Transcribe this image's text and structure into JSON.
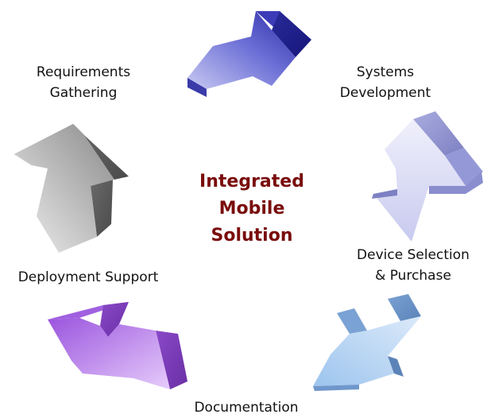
{
  "center": {
    "title": "Integrated\nMobile\nSolution",
    "color": "#7a0c0c"
  },
  "steps": [
    {
      "id": "requirements",
      "label": "Requirements\nGathering",
      "color": "#3434b8"
    },
    {
      "id": "systems",
      "label": "Systems\nDevelopment",
      "color": "#9fa3dc"
    },
    {
      "id": "device",
      "label": "Device Selection\n& Purchase",
      "color": "#8fb4e0"
    },
    {
      "id": "documentation",
      "label": "Documentation",
      "color": "#9a52d8"
    },
    {
      "id": "deployment",
      "label": "Deployment Support",
      "color": "#6f6f6f"
    }
  ]
}
